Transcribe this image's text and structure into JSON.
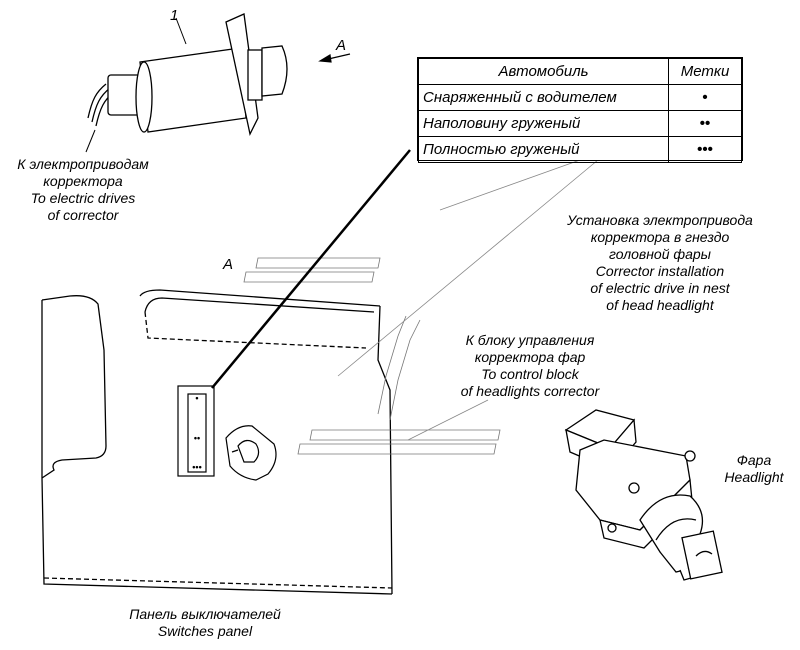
{
  "callout_number": "1",
  "view_letter_a": "A",
  "view_label_a": "A",
  "table": {
    "headers": [
      "Автомобиль",
      "Метки"
    ],
    "rows": [
      {
        "vehicle": "Снаряженный с водителем",
        "mark": "•"
      },
      {
        "vehicle": "Наполовину груженый",
        "mark": "••"
      },
      {
        "vehicle": "Полностью груженый",
        "mark": "•••"
      }
    ]
  },
  "labels": {
    "electric_drives_ru_1": "К электроприводам",
    "electric_drives_ru_2": "корректора",
    "electric_drives_en_1": "To electric drives",
    "electric_drives_en_2": "of corrector",
    "installation_ru_1": "Установка электропривода",
    "installation_ru_2": "корректора в гнездо",
    "installation_ru_3": "головной фары",
    "installation_en_1": "Corrector installation",
    "installation_en_2": "of electric drive in nest",
    "installation_en_3": "of head headlight",
    "control_ru_1": "К блоку управления",
    "control_ru_2": "корректора фар",
    "control_en_1": "To control block",
    "control_en_2": "of headlights corrector",
    "headlight_ru": "Фара",
    "headlight_en": "Headlight",
    "panel_ru": "Панель выключателей",
    "panel_en": "Switches panel"
  },
  "panel_marks": [
    "•",
    "••",
    "•••"
  ]
}
